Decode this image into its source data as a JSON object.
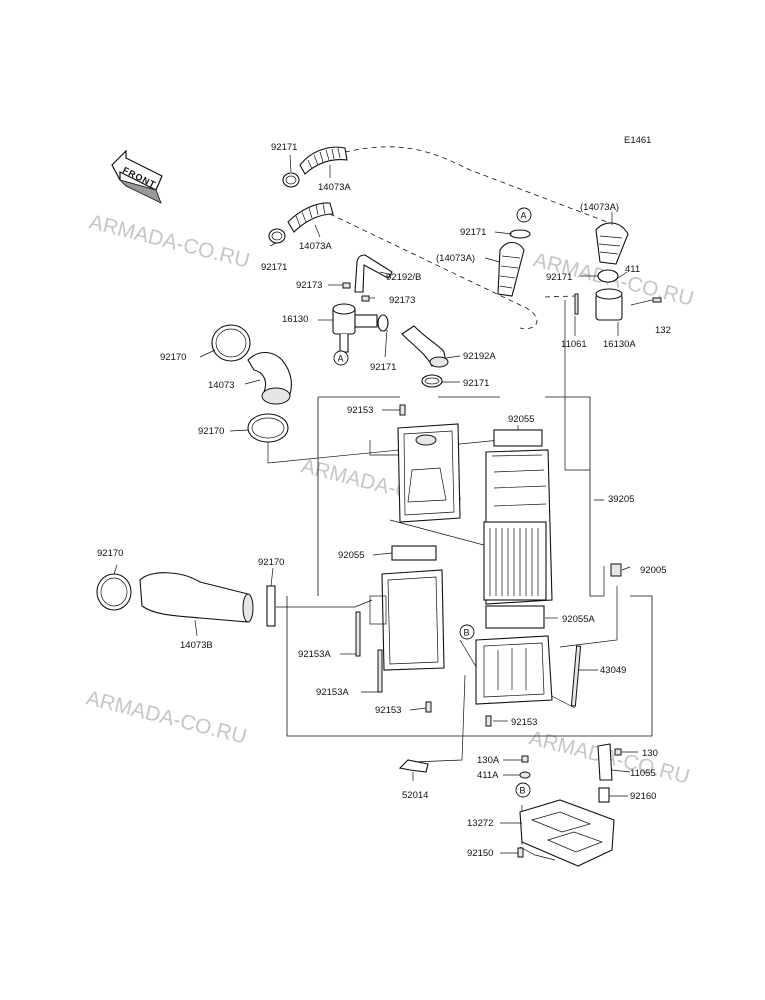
{
  "diagram_code": "E1461",
  "front_label": "FRONT",
  "watermark": "ARMADA-CO.RU",
  "callouts": {
    "A": "A",
    "B": "B"
  },
  "labels": {
    "l_92171_top": "92171",
    "l_14073A_top": "14073A",
    "l_14073A_mid": "14073A",
    "l_92171_left": "92171",
    "l_92173_a": "92173",
    "l_92192B": "92192/B",
    "l_92173_b": "92173",
    "l_16130": "16130",
    "l_92171_c": "92171",
    "l_92192A": "92192A",
    "l_92171_d": "92171",
    "l_92170_a": "92170",
    "l_14073": "14073",
    "l_92170_b": "92170",
    "l_92153_top": "92153",
    "l_92055_top": "92055",
    "l_39205": "39205",
    "l_92005": "92005",
    "l_92055_mid": "92055",
    "l_92170_c": "92170",
    "l_92170_d": "92170",
    "l_14073B": "14073B",
    "l_92153A_a": "92153A",
    "l_92153A_b": "92153A",
    "l_92153_b": "92153",
    "l_92055A": "92055A",
    "l_43049": "43049",
    "l_92153_c": "92153",
    "l_92171_e": "92171",
    "l_14073A_p1": "(14073A)",
    "l_14073A_p2": "(14073A)",
    "l_92171_f": "92171",
    "l_411": "411",
    "l_132": "132",
    "l_11061": "11061",
    "l_16130A": "16130A",
    "l_130A": "130A",
    "l_411A": "411A",
    "l_130": "130",
    "l_11055": "11055",
    "l_52014": "52014",
    "l_92160": "92160",
    "l_13272": "13272",
    "l_92150": "92150"
  }
}
